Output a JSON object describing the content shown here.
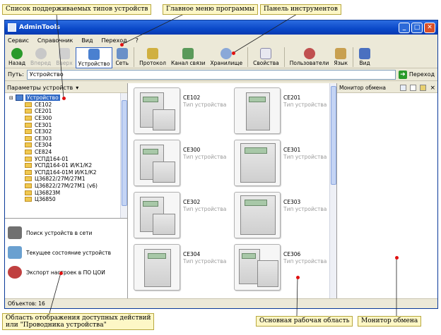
{
  "callouts": {
    "supported_types": "Список поддерживаемых типов устройств",
    "main_menu": "Главное меню программы",
    "toolbar_panel": "Панель инструментов",
    "actions_area_line1": "Область отображения доступных действий",
    "actions_area_line2": "или \"Проводника устройства\"",
    "work_area": "Основная рабочая область",
    "monitor": "Монитор обмена"
  },
  "window": {
    "title": "AdminTools"
  },
  "menu": [
    "Сервис",
    "Справочник",
    "Вид",
    "Переход",
    "?"
  ],
  "toolbar": {
    "back": "Назад",
    "forward": "Вперед",
    "up": "Вверх",
    "device": "Устройство",
    "network": "Сеть",
    "protocol": "Протокол",
    "channel": "Канал связи",
    "storage": "Хранилище",
    "properties": "Свойства",
    "users": "Пользователи",
    "language": "Язык",
    "view": "Вид"
  },
  "pathbar": {
    "label": "Путь:",
    "value": "Устройство",
    "go": "Переход"
  },
  "leftpane": {
    "header": "Параметры устройств",
    "root": "Устройство",
    "items": [
      "CE102",
      "CE201",
      "CE300",
      "CE301",
      "CE302",
      "CE303",
      "CE304",
      "CE824",
      "УСПД164-01",
      "УСПД164-01 И/К1/К2",
      "УСПД164-01М И/К1/К2",
      "Ц36822/27М/27М1",
      "Ц36822/27М/27М1 (v6)",
      "Ц36823М",
      "Ц36850"
    ],
    "actions": [
      "Поиск устройств в сети",
      "Текущее состояние устройств",
      "Экспорт настроек в ПО ЦОИ"
    ]
  },
  "tiles": [
    {
      "name": "CE102",
      "type": "Тип устройства"
    },
    {
      "name": "CE201",
      "type": "Тип устройства"
    },
    {
      "name": "CE300",
      "type": "Тип устройства"
    },
    {
      "name": "CE301",
      "type": "Тип устройства"
    },
    {
      "name": "CE302",
      "type": "Тип устройства"
    },
    {
      "name": "CE303",
      "type": "Тип устройства"
    },
    {
      "name": "CE304",
      "type": "Тип устройства"
    },
    {
      "name": "CE306",
      "type": "Тип устройства"
    }
  ],
  "monitor": {
    "title": "Монитор обмена",
    "close": "×"
  },
  "status": {
    "objects": "Объектов: 16"
  }
}
